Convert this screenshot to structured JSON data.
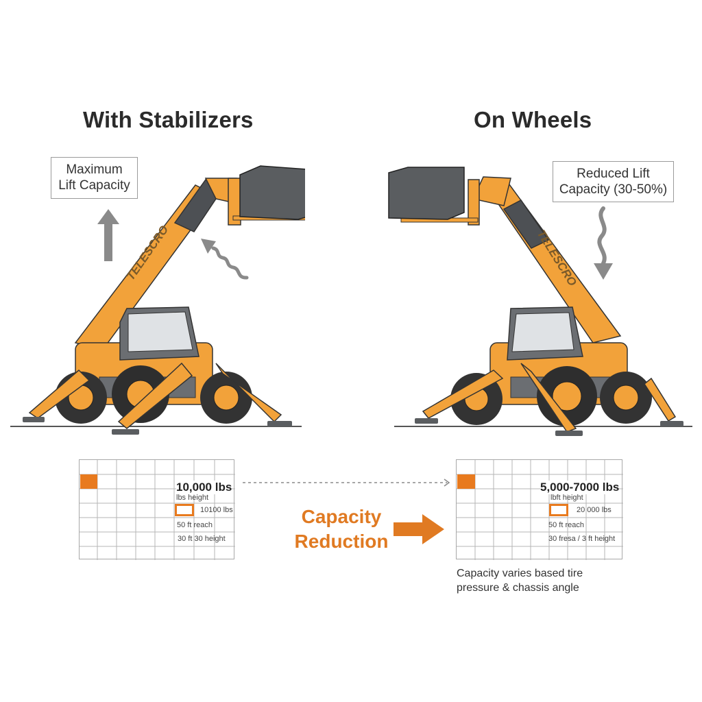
{
  "left_panel": {
    "title": "With Stabilizers",
    "callout": {
      "line1": "Maximum",
      "line2": "Lift Capacity"
    },
    "indicator": "up-arrow",
    "boom_brand": "TELESCRO",
    "load_chart": {
      "headline": "10,000 lbs",
      "rows": [
        "lbs height",
        "10100 lbs",
        "50 ft reach",
        "30 ft  30 height"
      ]
    }
  },
  "right_panel": {
    "title": "On Wheels",
    "callout": {
      "line1": "Reduced Lift",
      "line2": "Capacity (30-50%)"
    },
    "indicator": "down-arrow",
    "boom_brand": "TELESCRO",
    "load_chart": {
      "headline": "5,000-7000 lbs",
      "rows": [
        "lbft height",
        "20 000 lbs",
        "50 ft reach",
        "30 fresa / 3 ft height"
      ]
    },
    "note": {
      "line1": "Capacity varies based tire",
      "line2": "pressure & chassis angle"
    }
  },
  "center": {
    "reduction_label": {
      "line1": "Capacity",
      "line2": "Reduction"
    }
  },
  "colors": {
    "accent_orange": "#E87A1E",
    "machine_yellow": "#F2A23A",
    "machine_gray": "#5a5d60",
    "text_dark": "#2b2b2b",
    "arrow_gray": "#8a8a8a"
  }
}
